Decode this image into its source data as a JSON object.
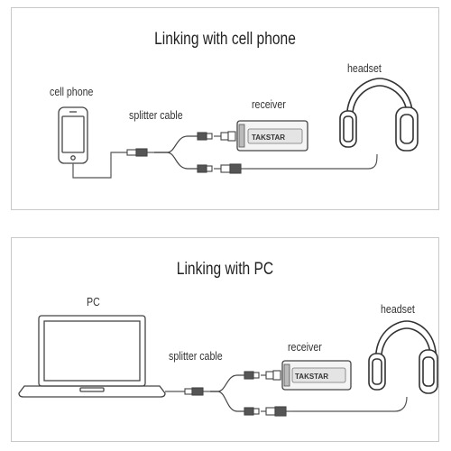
{
  "phone_panel": {
    "title": "Linking with cell phone",
    "labels": {
      "device": "cell phone",
      "splitter": "splitter cable",
      "receiver": "receiver",
      "headset": "headset"
    },
    "brand": "TAKSTAR"
  },
  "pc_panel": {
    "title": "Linking with PC",
    "labels": {
      "device": "PC",
      "splitter": "splitter cable",
      "receiver": "receiver",
      "headset": "headset"
    },
    "brand": "TAKSTAR"
  }
}
